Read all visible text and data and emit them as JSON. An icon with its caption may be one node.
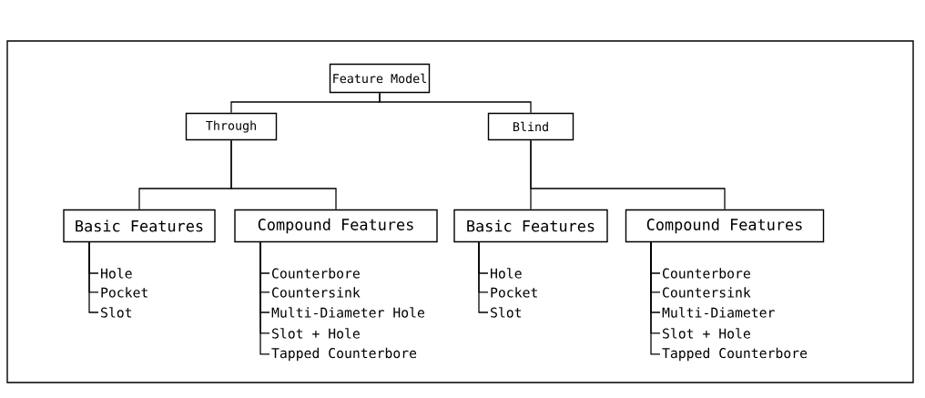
{
  "diagram": {
    "nodes": [
      {
        "text": [
          "Feature Model"
        ]
      },
      {
        "text": [
          "Through"
        ]
      },
      {
        "text": [
          "Blind"
        ]
      },
      {
        "text": [
          "Basic Features"
        ]
      },
      {
        "text": [
          "Compound Features"
        ]
      },
      {
        "text": [
          "Basic Features"
        ]
      },
      {
        "text": [
          "Compound Features"
        ]
      },
      {
        "text": [
          "Hole"
        ]
      },
      {
        "text": [
          "Pocket"
        ]
      },
      {
        "text": [
          "Slot"
        ]
      },
      {
        "text": [
          "Counterbore"
        ]
      },
      {
        "text": [
          "Countersink"
        ]
      },
      {
        "text": [
          "Multi-Diameter Hole"
        ]
      },
      {
        "text": [
          "Slot + Hole"
        ]
      },
      {
        "text": [
          "Tapped Counterbore"
        ]
      },
      {
        "text": [
          "Hole"
        ]
      },
      {
        "text": [
          "Pocket"
        ]
      },
      {
        "text": [
          "Slot"
        ]
      },
      {
        "text": [
          "Counterbore"
        ]
      },
      {
        "text": [
          "Countersink"
        ]
      },
      {
        "text": [
          "Multi-Diameter"
        ]
      },
      {
        "text": [
          "Slot + Hole"
        ]
      },
      {
        "text": [
          "Tapped Counterbore"
        ]
      }
    ],
    "edges": [
      {
        "from": 0,
        "to": 1,
        "arrow": "none"
      },
      {
        "from": 0,
        "to": 2,
        "arrow": "none"
      },
      {
        "from": 1,
        "to": 3,
        "arrow": "none"
      },
      {
        "from": 1,
        "to": 4,
        "arrow": "none"
      },
      {
        "from": 2,
        "to": 5,
        "arrow": "none"
      },
      {
        "from": 2,
        "to": 6,
        "arrow": "none"
      },
      {
        "from": 3,
        "to": 7,
        "arrow": "none"
      },
      {
        "from": 3,
        "to": 8,
        "arrow": "none"
      },
      {
        "from": 3,
        "to": 9,
        "arrow": "none"
      },
      {
        "from": 4,
        "to": 10,
        "arrow": "none"
      },
      {
        "from": 4,
        "to": 11,
        "arrow": "none"
      },
      {
        "from": 4,
        "to": 12,
        "arrow": "none"
      },
      {
        "from": 4,
        "to": 13,
        "arrow": "none"
      },
      {
        "from": 4,
        "to": 14,
        "arrow": "none"
      },
      {
        "from": 5,
        "to": 15,
        "arrow": "none"
      },
      {
        "from": 5,
        "to": 16,
        "arrow": "none"
      },
      {
        "from": 5,
        "to": 17,
        "arrow": "none"
      },
      {
        "from": 6,
        "to": 18,
        "arrow": "none"
      },
      {
        "from": 6,
        "to": 19,
        "arrow": "none"
      },
      {
        "from": 6,
        "to": 20,
        "arrow": "none"
      },
      {
        "from": 6,
        "to": 21,
        "arrow": "none"
      },
      {
        "from": 6,
        "to": 22,
        "arrow": "none"
      }
    ]
  }
}
